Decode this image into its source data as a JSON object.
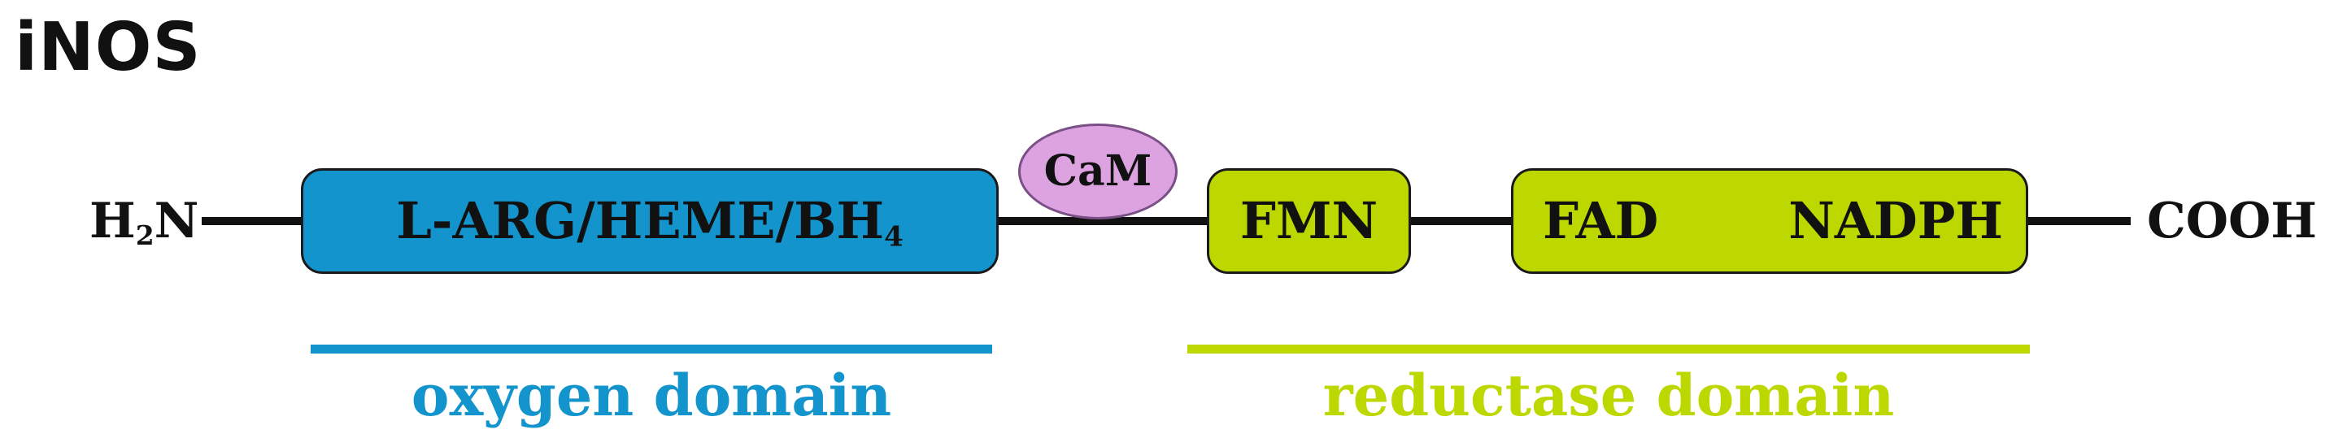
{
  "title": "iNOS",
  "termini": {
    "n_prefix": "H",
    "n_sub": "2",
    "n_suffix": "N",
    "c": "COOH"
  },
  "boxes": {
    "oxygen": {
      "prefix": "L-ARG/HEME/BH",
      "sub": "4"
    },
    "cam": "CaM",
    "fmn": "FMN",
    "fad": "FAD",
    "nadph": "NADPH"
  },
  "domains": {
    "oxygen_label": "oxygen domain",
    "reductase_label": "reductase domain"
  },
  "colors": {
    "oxygen": "#1394cc",
    "reductase": "#bdd700",
    "cam": "#dca3e0",
    "line": "#111111"
  }
}
